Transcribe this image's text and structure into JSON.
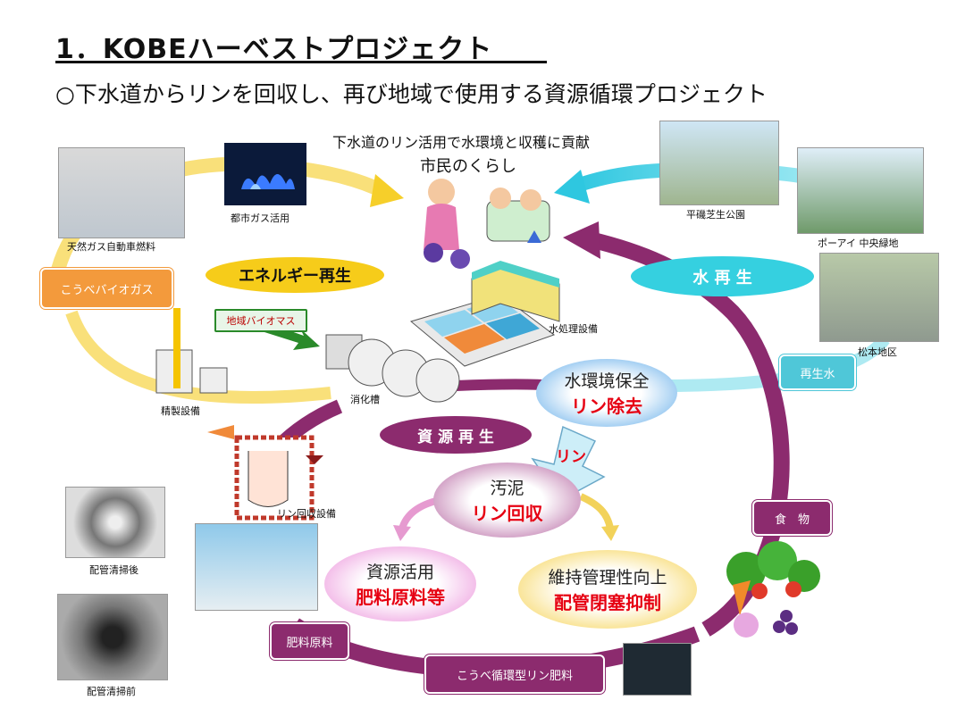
{
  "title": "1．KOBEハーベストプロジェクト",
  "subtitle": "○下水道からリンを回収し、再び地域で使用する資源循環プロジェクト",
  "center": {
    "caption": "下水道のリン活用で水環境と収穫に貢献",
    "label": "市民のくらし"
  },
  "photos": {
    "natural_gas_vehicle": "天然ガス自動車燃料",
    "city_gas": "都市ガス活用",
    "hiraiso_park": "平磯芝生公園",
    "port_island": "ポーアイ 中央緑地",
    "matsumoto": "松本地区",
    "purification": "精製設備",
    "digester": "消化槽",
    "water_treatment": "水処理設備",
    "phosphorus_recovery_facility": "リン回収設備",
    "pipe_after": "配管清掃後",
    "pipe_before": "配管清掃前"
  },
  "labels": {
    "energy_regen": "エネルギー再生",
    "water_regen": "水 再 生",
    "resource_regen": "資 源 再 生",
    "kobe_biogas": "こうべバイオガス",
    "local_biomass": "地域バイオマス",
    "reclaimed_water": "再生水",
    "food": "食　物",
    "fertilizer_material": "肥料原料",
    "kobe_fertilizer": "こうべ循環型リン肥料",
    "rin_arrow": "リン"
  },
  "ovals": {
    "water_env": {
      "line1": "水環境保全",
      "line2": "リン除去"
    },
    "sludge": {
      "line1": "汚泥",
      "line2": "リン回収"
    },
    "resource_use": {
      "line1": "資源活用",
      "line2": "肥料原料等"
    },
    "maintenance": {
      "line1": "維持管理性向上",
      "line2": "配管閉塞抑制"
    }
  },
  "colors": {
    "energy_arc": "#f7d23a",
    "water_arc": "#4fd6e6",
    "resource_arc": "#8c2b6e",
    "red_text": "#e60012",
    "orange_box": "#f39a3c"
  },
  "icons": {
    "gas_flame": "gas-flame-icon",
    "people": "citizens-illustration-icon",
    "fruit": "fruit-vegetable-icon"
  }
}
